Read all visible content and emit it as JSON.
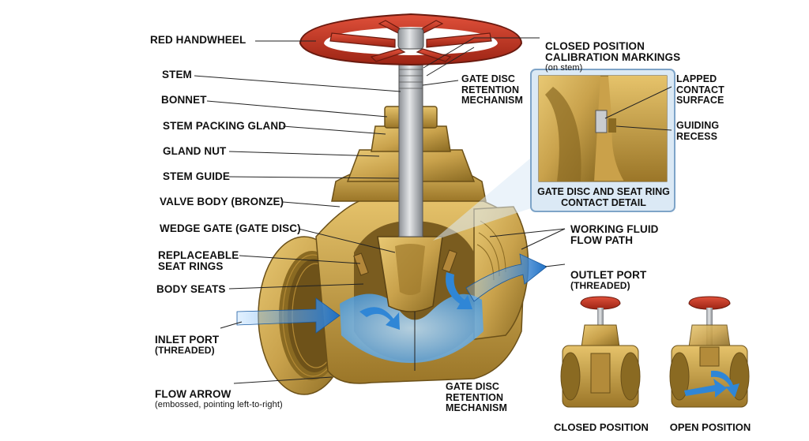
{
  "labels": {
    "red_handwheel": "RED HANDWHEEL",
    "stem": "STEM",
    "bonnet": "BONNET",
    "stem_packing_gland": "STEM PACKING GLAND",
    "gland_nut": "GLAND NUT",
    "stem_guide": "STEM GUIDE",
    "valve_body": "VALVE BODY (BRONZE)",
    "wedge_gate": "WEDGE GATE (GATE DISC)",
    "seat_rings": "REPLACEABLE\nSEAT RINGS",
    "body_seats": "BODY SEATS",
    "inlet_port": "INLET PORT",
    "inlet_port_sub": "(THREADED)",
    "flow_arrow": "FLOW ARROW",
    "flow_arrow_sub": "(embossed, pointing left-to-right)",
    "closed_markings": "CLOSED POSITION\nCALIBRATION MARKINGS",
    "closed_markings_sub": "(on stem)",
    "retention_top": "GATE DISC\nRETENTION\nMECHANISM",
    "retention_bottom": "GATE DISC\nRETENTION\nMECHANISM",
    "lapped_contact": "LAPPED\nCONTACT\nSURFACE",
    "guiding_recess": "GUIDING\nRECESS",
    "detail_caption": "GATE DISC AND SEAT RING\nCONTACT DETAIL",
    "working_fluid": "WORKING FLUID\nFLOW PATH",
    "outlet_port": "OUTLET PORT",
    "outlet_port_sub": "(THREADED)"
  },
  "thumbnails": {
    "closed": "CLOSED POSITION",
    "open": "OPEN POSITION"
  },
  "colors": {
    "handwheel": "#c4321f",
    "brass": "#c9a24c",
    "brass_dark": "#8a6a22",
    "stem": "#b8bcc0",
    "flow": "#2f86d6",
    "detail_bg": "#dbe9f5",
    "detail_border": "#7ea4c8"
  }
}
